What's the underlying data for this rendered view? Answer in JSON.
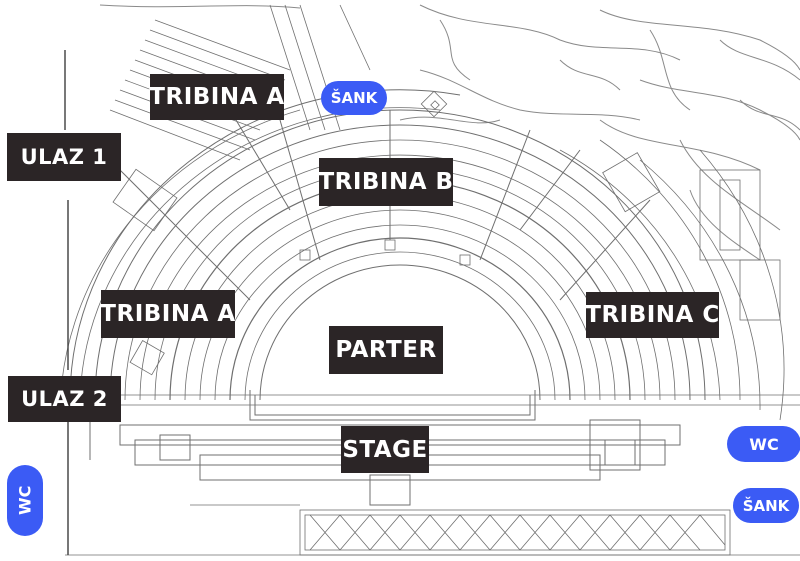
{
  "venue_plan": {
    "zones": {
      "tribina_a_top": "TRIBINA A",
      "tribina_a_left": "TRIBINA A",
      "tribina_b": "TRIBINA B",
      "tribina_c": "TRIBINA C",
      "parter": "PARTER",
      "stage": "STAGE",
      "ulaz_1": "ULAZ 1",
      "ulaz_2": "ULAZ 2"
    },
    "amenities": {
      "sank_top": "ŠANK",
      "sank_bottom": "ŠANK",
      "wc_right": "WC",
      "wc_left": "WC"
    }
  },
  "colors": {
    "label_bg": "#2b2526",
    "label_text": "#ffffff",
    "amenity_bg": "#3b5bf5",
    "plan_lines": "#6f6f6f",
    "background": "#ffffff"
  }
}
